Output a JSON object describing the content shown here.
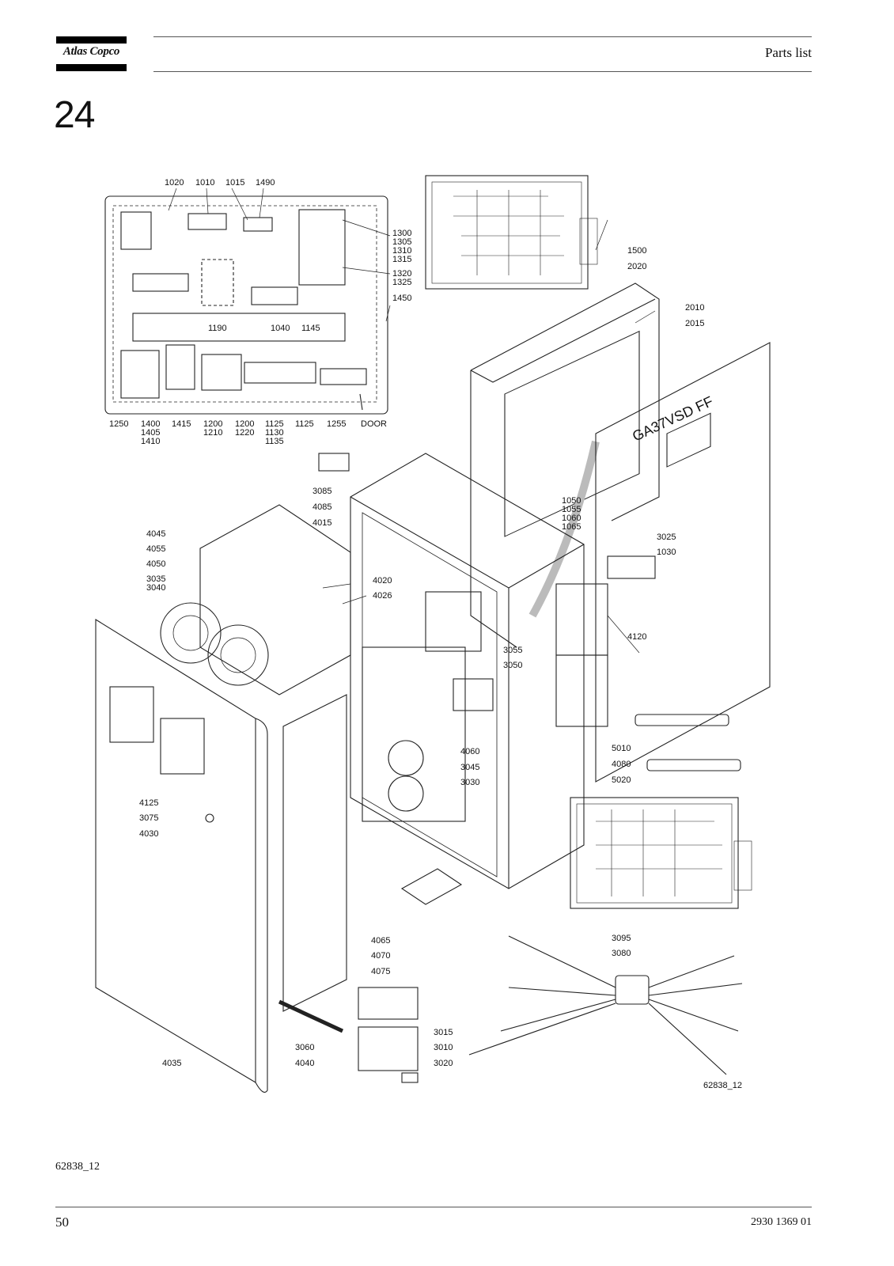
{
  "header": {
    "brand": "Atlas Copco",
    "title": "Parts list"
  },
  "section_number": "24",
  "diagram": {
    "drawing_id": "62838_12",
    "panel_text": "GA37VSD FF",
    "callouts": [
      "1020",
      "1010",
      "1015",
      "1490",
      "1300",
      "1305",
      "1310",
      "1315",
      "1320",
      "1325",
      "1450",
      "1190",
      "1040",
      "1145",
      "1250",
      "1400",
      "1405",
      "1410",
      "1415",
      "1200",
      "1210",
      "1200",
      "1220",
      "1125",
      "1130",
      "1135",
      "1125",
      "1255",
      "DOOR",
      "1500",
      "2020",
      "2010",
      "2015",
      "3085",
      "4085",
      "4015",
      "4045",
      "4055",
      "4050",
      "3035",
      "3040",
      "4020",
      "4026",
      "1050",
      "1055",
      "1060",
      "1065",
      "3025",
      "1030",
      "4120",
      "3055",
      "3050",
      "5010",
      "4080",
      "5020",
      "4060",
      "3045",
      "3030",
      "4125",
      "3075",
      "4030",
      "3095",
      "3080",
      "4065",
      "4070",
      "4075",
      "3015",
      "3010",
      "3020",
      "3060",
      "4040",
      "4035"
    ]
  },
  "footer": {
    "figure_id": "62838_12",
    "page_number": "50",
    "doc_number": "2930 1369 01"
  }
}
